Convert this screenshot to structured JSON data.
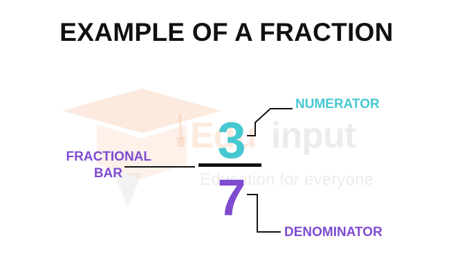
{
  "title": "EXAMPLE OF A FRACTION",
  "fraction": {
    "numerator": "3",
    "denominator": "7"
  },
  "labels": {
    "numerator": "NUMERATOR",
    "denominator": "DENOMINATOR",
    "fractional_bar_line1": "FRACTIONAL",
    "fractional_bar_line2": "BAR"
  },
  "watermark": {
    "brand_edu": "Edu",
    "brand_input": "input",
    "tagline": "Education for everyone"
  },
  "colors": {
    "numerator": "#45c8d2",
    "denominator": "#7e4bd1",
    "bar": "#111111",
    "title": "#111111",
    "watermark_orange": "#f4b48a",
    "watermark_gray": "#d9d9d9"
  }
}
